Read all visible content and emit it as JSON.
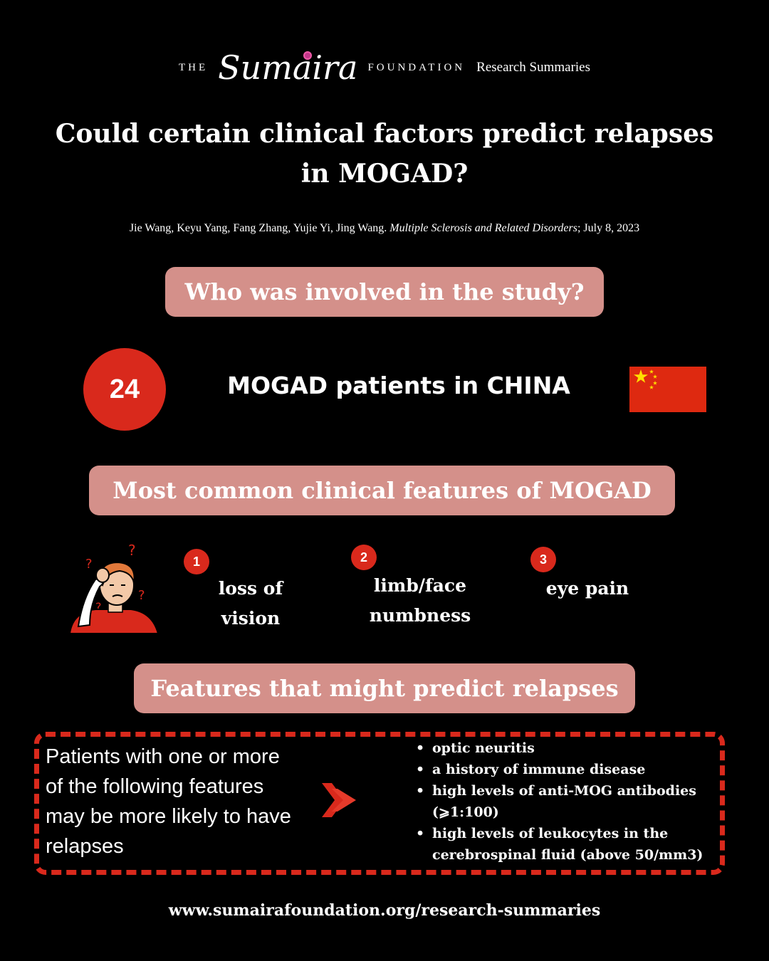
{
  "header": {
    "logo_the": "THE",
    "logo_name": "Sumaira",
    "logo_foundation": "FOUNDATION",
    "subtitle": "Research Summaries"
  },
  "title": "Could certain clinical factors predict relapses in MOGAD?",
  "citation": {
    "authors": "Jie Wang, Keyu Yang, Fang Zhang, Yujie Yi, Jing Wang. ",
    "journal": "Multiple Sclerosis and Related Disorders",
    "date": "; July 8, 2023"
  },
  "study": {
    "heading": "Who was involved in the study?",
    "count": "24",
    "description": "MOGAD patients in CHINA",
    "flag_icon": "china-flag-icon"
  },
  "features": {
    "heading": "Most common clinical features  of MOGAD",
    "illustration_icon": "confused-person-icon",
    "items": [
      {
        "number": "1",
        "line1": "loss of",
        "line2": "vision"
      },
      {
        "number": "2",
        "line1": "limb/face",
        "line2": "numbness"
      },
      {
        "number": "3",
        "line1": "eye pain",
        "line2": ""
      }
    ]
  },
  "predictors": {
    "heading": "Features that might predict relapses",
    "lead_text": "Patients with one or more of the following features may be more likely to have relapses",
    "arrow_icon": "chevron-right-icon",
    "list": [
      "optic neuritis",
      "a history of immune disease",
      "high levels of anti-MOG antibodies (⩾1:100)",
      " high levels of leukocytes in the cerebrospinal fluid (above 50/mm3)"
    ]
  },
  "footer": {
    "url": "www.sumairafoundation.org/research-summaries"
  },
  "colors": {
    "background": "#000000",
    "accent_red": "#d9291c",
    "pill": "#d4908a",
    "flag_red": "#de2910",
    "flag_yellow": "#ffde00"
  }
}
